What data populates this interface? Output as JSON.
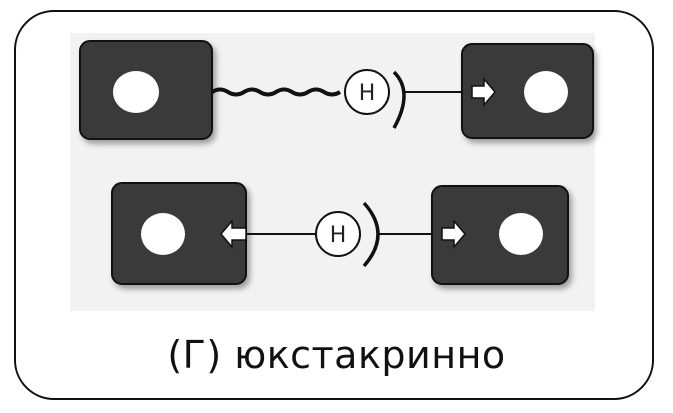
{
  "caption": "(Г) юкстакринно",
  "hormone_label": "H",
  "colors": {
    "cell_fill": "#3a3a3a",
    "nucleus": "#ffffff",
    "border": "#111111",
    "background_panel": "#f2f2f2"
  },
  "icons": [
    "cell",
    "nucleus",
    "receptor-arrow",
    "signal-molecule",
    "tether-line"
  ]
}
